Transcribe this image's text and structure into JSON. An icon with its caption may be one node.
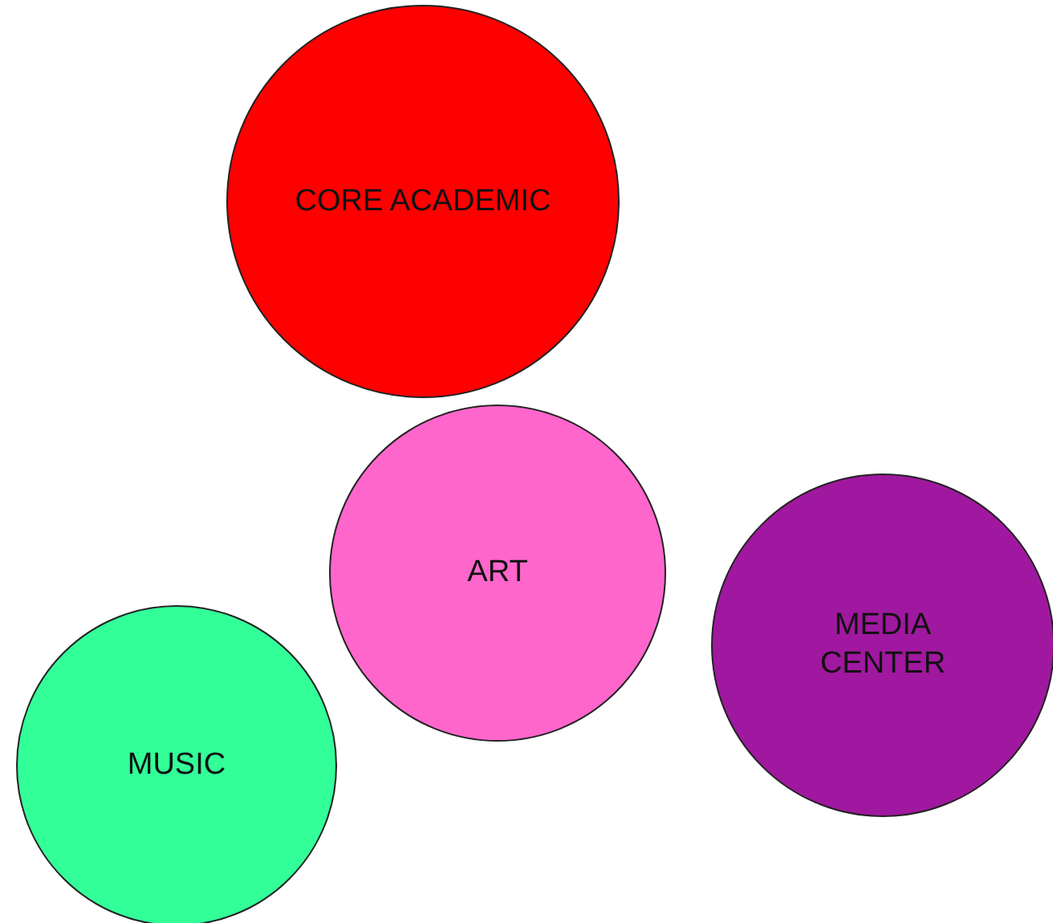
{
  "diagram": {
    "nodes": [
      {
        "text": [
          "CORE ACADEMIC"
        ]
      },
      {
        "text": [
          "ART"
        ]
      },
      {
        "text": [
          "MEDIA CENTER"
        ]
      },
      {
        "text": [
          "MUSIC"
        ]
      }
    ]
  }
}
